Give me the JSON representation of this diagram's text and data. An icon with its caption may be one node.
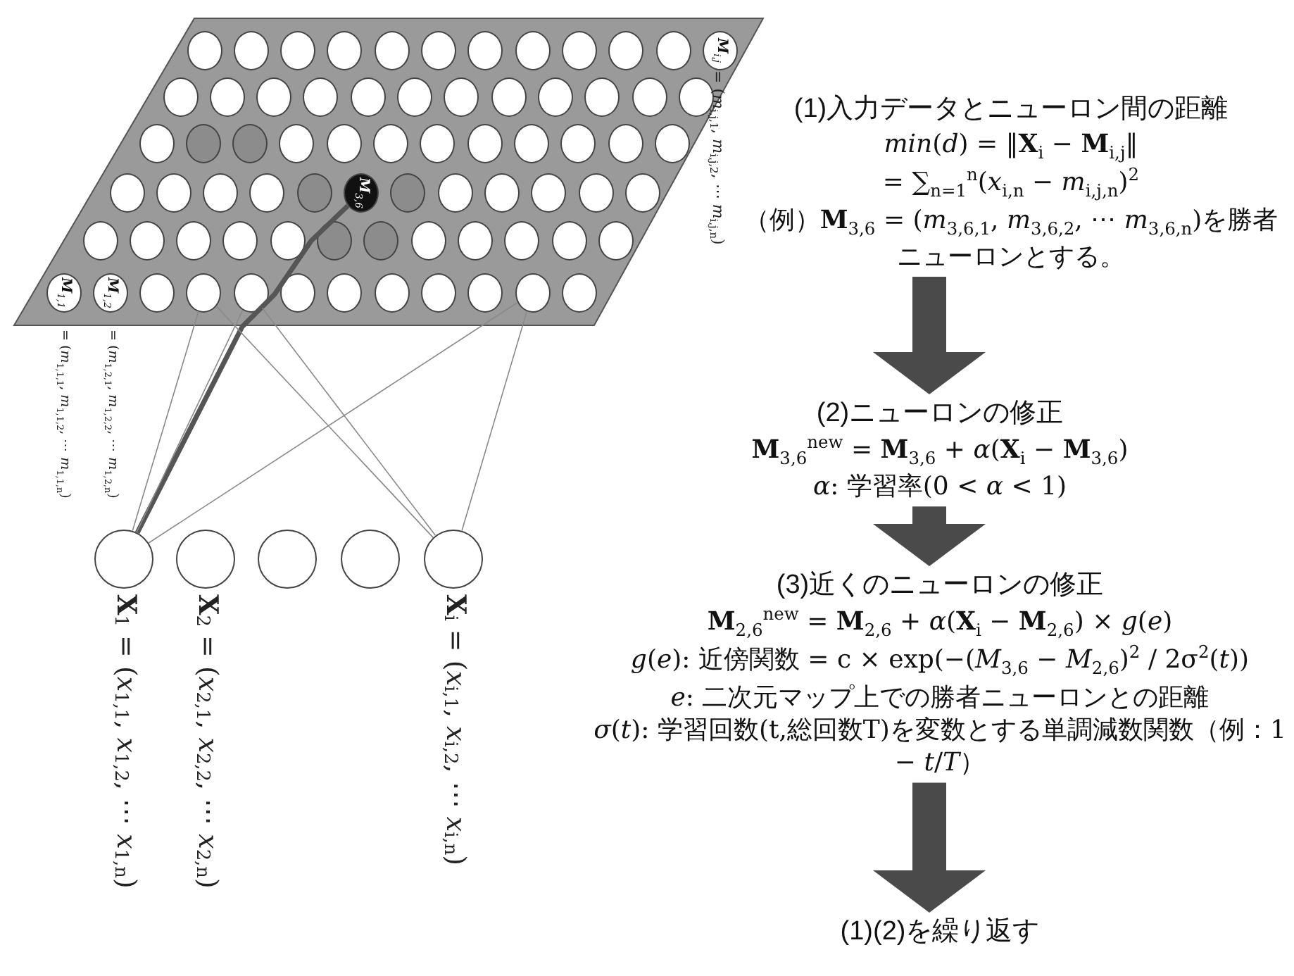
{
  "diagram": {
    "nodes": [
      {
        "text": [],
        "shape": "parallelogram"
      },
      {
        "text": [],
        "shape": "circle",
        "in": 0
      },
      {
        "text": [],
        "shape": "circle",
        "in": 0
      },
      {
        "text": [],
        "shape": "circle",
        "in": 0
      },
      {
        "text": [],
        "shape": "circle",
        "in": 0
      },
      {
        "text": [],
        "shape": "circle",
        "in": 0
      },
      {
        "text": [],
        "shape": "circle",
        "in": 0
      },
      {
        "text": [],
        "shape": "circle",
        "in": 0
      },
      {
        "text": [],
        "shape": "circle",
        "in": 0
      },
      {
        "text": [],
        "shape": "circle",
        "in": 0
      },
      {
        "text": [],
        "shape": "circle",
        "in": 0
      },
      {
        "text": [],
        "shape": "circle",
        "in": 0
      },
      {
        "text": [
          "**M**$_{i,j}$"
        ],
        "beside": [
          "= (*m*$_{i,j,1}$, *m*$_{i,j,2}$, ⋯ *m*$_{i,j,n}$)"
        ],
        "in": 0
      },
      {
        "text": [],
        "shape": "circle",
        "in": 0
      },
      {
        "text": [],
        "shape": "circle",
        "in": 0
      },
      {
        "text": [],
        "shape": "circle",
        "in": 0
      },
      {
        "text": [],
        "shape": "circle",
        "in": 0
      },
      {
        "text": [],
        "shape": "circle",
        "in": 0
      },
      {
        "text": [],
        "shape": "circle",
        "in": 0
      },
      {
        "text": [],
        "shape": "circle",
        "in": 0
      },
      {
        "text": [],
        "shape": "circle",
        "in": 0
      },
      {
        "text": [],
        "shape": "circle",
        "in": 0
      },
      {
        "text": [],
        "shape": "circle",
        "in": 0
      },
      {
        "text": [],
        "shape": "circle",
        "in": 0
      },
      {
        "text": [],
        "shape": "circle",
        "in": 0
      },
      {
        "text": [],
        "shape": "circle",
        "in": 0
      },
      {
        "text": [],
        "shape": "circle",
        "in": 0
      },
      {
        "text": [],
        "shape": "circle",
        "in": 0
      },
      {
        "text": [],
        "shape": "circle",
        "in": 0
      },
      {
        "text": [],
        "shape": "circle",
        "in": 0
      },
      {
        "text": [],
        "shape": "circle",
        "in": 0
      },
      {
        "text": [],
        "shape": "circle",
        "in": 0
      },
      {
        "text": [],
        "shape": "circle",
        "in": 0
      },
      {
        "text": [],
        "shape": "circle",
        "in": 0
      },
      {
        "text": [],
        "shape": "circle",
        "in": 0
      },
      {
        "text": [],
        "shape": "circle",
        "in": 0
      },
      {
        "text": [],
        "shape": "circle",
        "in": 0
      },
      {
        "text": [],
        "shape": "circle",
        "in": 0
      },
      {
        "text": [],
        "shape": "circle",
        "in": 0
      },
      {
        "text": [],
        "shape": "circle",
        "in": 0
      },
      {
        "text": [],
        "shape": "circle",
        "in": 0
      },
      {
        "text": [],
        "shape": "circle",
        "in": 0
      },
      {
        "text": [
          "**M**$_{3,6}$"
        ],
        "in": 0
      },
      {
        "text": [],
        "shape": "circle",
        "in": 0
      },
      {
        "text": [],
        "shape": "circle",
        "in": 0
      },
      {
        "text": [],
        "shape": "circle",
        "in": 0
      },
      {
        "text": [],
        "shape": "circle",
        "in": 0
      },
      {
        "text": [],
        "shape": "circle",
        "in": 0
      },
      {
        "text": [],
        "shape": "circle",
        "in": 0
      },
      {
        "text": [],
        "shape": "circle",
        "in": 0
      },
      {
        "text": [],
        "shape": "circle",
        "in": 0
      },
      {
        "text": [],
        "shape": "circle",
        "in": 0
      },
      {
        "text": [],
        "shape": "circle",
        "in": 0
      },
      {
        "text": [],
        "shape": "circle",
        "in": 0
      },
      {
        "text": [],
        "shape": "circle",
        "in": 0
      },
      {
        "text": [],
        "shape": "circle",
        "in": 0
      },
      {
        "text": [],
        "shape": "circle",
        "in": 0
      },
      {
        "text": [],
        "shape": "circle",
        "in": 0
      },
      {
        "text": [],
        "shape": "circle",
        "in": 0
      },
      {
        "text": [],
        "shape": "circle",
        "in": 0
      },
      {
        "text": [],
        "shape": "circle",
        "in": 0
      },
      {
        "text": [
          "**M**$_{1,1}$"
        ],
        "beside": [
          "= (*m*$_{1,1,1}$, *m*$_{1,1,2}$, ⋯ *m*$_{1,1,n}$)"
        ],
        "in": 0
      },
      {
        "text": [
          "**M**$_{1,2}$"
        ],
        "beside": [
          "= (*m*$_{1,2,1}$, *m*$_{1,2,2}$, ⋯ *m*$_{1,2,n}$)"
        ],
        "in": 0
      },
      {
        "text": [],
        "shape": "circle",
        "in": 0
      },
      {
        "text": [],
        "shape": "circle",
        "in": 0
      },
      {
        "text": [],
        "shape": "circle",
        "in": 0
      },
      {
        "text": [],
        "shape": "circle",
        "in": 0
      },
      {
        "text": [],
        "shape": "circle",
        "in": 0
      },
      {
        "text": [],
        "shape": "circle",
        "in": 0
      },
      {
        "text": [],
        "shape": "circle",
        "in": 0
      },
      {
        "text": [],
        "shape": "circle",
        "in": 0
      },
      {
        "text": [],
        "shape": "circle",
        "in": 0
      },
      {
        "text": [],
        "shape": "circle",
        "in": 0
      },
      {
        "text": [],
        "shape": "circle",
        "beside": [
          "**X**$_{1}$ = (*x*$_{1,1}$, *x*$_{1,2}$, ⋯ *x*$_{1,n}$)"
        ]
      },
      {
        "text": [],
        "shape": "circle",
        "beside": [
          "**X**$_{2}$ = (*x*$_{2,1}$, *x*$_{2,2}$, ⋯ *x*$_{2,n}$)"
        ]
      },
      {
        "text": [],
        "shape": "circle"
      },
      {
        "text": [],
        "shape": "circle"
      },
      {
        "text": [],
        "shape": "circle",
        "beside": [
          "**X**$_{i}$ = (*x*$_{i,1}$, *x*$_{i,2}$, ⋯ *x*$_{i,n}$)"
        ]
      },
      {
        "text": [
          "(1)入力データとニューロン間の距離",
          "*min*(*d*) = ‖**X**$_{i}$ − **M**$_{i,j}$‖",
          "= ∑$_{n=1}$$^{n}$(*x*$_{i,n}$ − *m*$_{i,j,n}$)$^{2}$",
          "（例）**M**$_{3,6}$ = (*m*$_{3,6,1}$, *m*$_{3,6,2}$, ⋯ *m*$_{3,6,n}$)を勝者ニューロンとする。"
        ]
      },
      {
        "text": [
          "(2)ニューロンの修正",
          "**M**$_{3,6}$$^{new}$ = **M**$_{3,6}$ + *α*(**X**$_{i}$ − **M**$_{3,6}$)",
          "*α*: 学習率(0 < *α* < 1)"
        ]
      },
      {
        "text": [
          "(3)近くのニューロンの修正",
          "**M**$_{2,6}$$^{new}$ = **M**$_{2,6}$ + *α*(**X**$_{i}$ − **M**$_{2,6}$) × *g*(*e*)",
          "*g*(*e*): 近傍関数 = c × exp(−(*M*$_{3,6}$ − *M*$_{2,6}$)$^{2}$ / 2σ$^{2}$(*t*))",
          "*e*: 二次元マップ上での勝者ニューロンとの距離",
          "*σ*(*t*): 学習回数(t,総回数T)を変数とする単調減数関数（例：1 − *t*/*T*）"
        ]
      },
      {
        "text": [
          "(1)(2)を繰り返す"
        ]
      }
    ],
    "edges": [
      {
        "from": 42,
        "to": 73,
        "arrow": "none",
        "style": "thick",
        "color": "#555555"
      },
      {
        "from": 64,
        "to": 73,
        "arrow": "none"
      },
      {
        "from": 64,
        "to": 77,
        "arrow": "none"
      },
      {
        "from": 65,
        "to": 73,
        "arrow": "none"
      },
      {
        "from": 65,
        "to": 77,
        "arrow": "none"
      },
      {
        "from": 71,
        "to": 73,
        "arrow": "none"
      },
      {
        "from": 71,
        "to": 77,
        "arrow": "none"
      },
      {
        "from": 78,
        "to": 79,
        "arrow": "to",
        "style": "thick",
        "color": "#4a4a4a"
      },
      {
        "from": 79,
        "to": 80,
        "arrow": "to",
        "style": "thick",
        "color": "#4a4a4a"
      },
      {
        "from": 80,
        "to": 81,
        "arrow": "to",
        "style": "thick",
        "color": "#4a4a4a"
      }
    ]
  }
}
